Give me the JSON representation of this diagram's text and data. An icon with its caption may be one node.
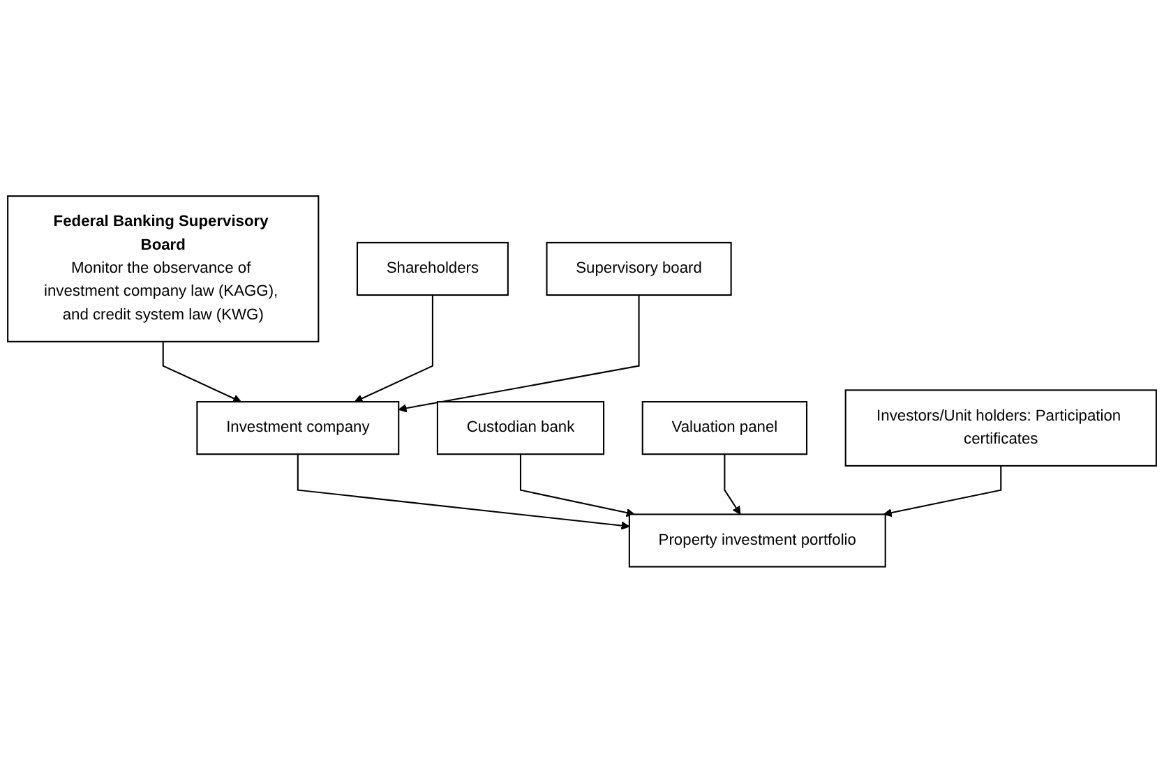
{
  "diagram": {
    "nodes": [
      {
        "text": [
          "Federal Banking Supervisory Board",
          "Monitor the observance of investment company law (KAGG), and credit system law (KWG)"
        ]
      },
      {
        "text": [
          "Shareholders"
        ]
      },
      {
        "text": [
          "Investment company"
        ]
      },
      {
        "text": [
          "Supervisory board"
        ]
      },
      {
        "text": [
          "Custodian bank"
        ]
      },
      {
        "text": [
          "Property investment portfolio"
        ]
      },
      {
        "text": [
          "Valuation panel"
        ]
      },
      {
        "text": [
          "Investors/Unit holders: Participation certificates"
        ]
      }
    ],
    "edges": [
      {
        "from": 0,
        "to": 2,
        "arrow": "to"
      },
      {
        "from": 1,
        "to": 2,
        "arrow": "to"
      },
      {
        "from": 3,
        "to": 2,
        "arrow": "to"
      },
      {
        "from": 2,
        "to": 5,
        "arrow": "to"
      },
      {
        "from": 4,
        "to": 5,
        "arrow": "to"
      },
      {
        "from": 6,
        "to": 5,
        "arrow": "to"
      },
      {
        "from": 7,
        "to": 5,
        "arrow": "to"
      }
    ]
  }
}
